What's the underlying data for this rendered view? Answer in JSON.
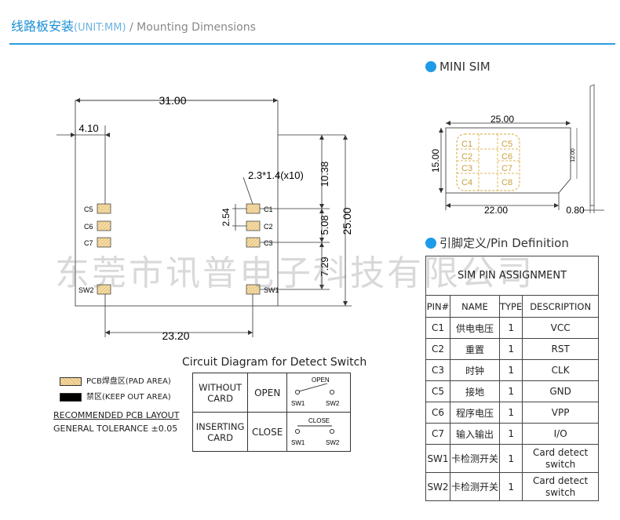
{
  "header": {
    "title_cn": "线路板安装",
    "unit": "(UNIT:MM)",
    "subtitle": " / Mounting Dimensions"
  },
  "watermark": "东莞市讯普电子科技有限公司",
  "pcb": {
    "dim_width": "31.00",
    "dim_offset": "4.10",
    "dim_pad_size": "2.3*1.4(x10)",
    "dim_top": "10.38",
    "dim_pitch": "2.54",
    "dim_mid": "5.08",
    "dim_lower": "7.29",
    "dim_height": "25.00",
    "dim_bottom": "23.20",
    "pads_left": [
      "C5",
      "C6",
      "C7",
      "SW2"
    ],
    "pads_right": [
      "C1",
      "C2",
      "C3",
      "SW1"
    ]
  },
  "legend": {
    "pad_area": "PCB焊盘区(PAD AREA)",
    "keep_out": "禁区(KEEP OUT AREA)",
    "recommended": "RECOMMENDED PCB LAYOUT",
    "tolerance": "GENERAL TOLERANCE ±0.05"
  },
  "circuit": {
    "title": "Circuit Diagram for Detect Switch",
    "rows": [
      {
        "state": "WITHOUT CARD",
        "result": "OPEN",
        "label": "OPEN",
        "sw1": "SW1",
        "sw2": "SW2"
      },
      {
        "state": "INSERTING CARD",
        "result": "CLOSE",
        "label": "CLOSE",
        "sw1": "SW1",
        "sw2": "SW2"
      }
    ]
  },
  "mini_sim": {
    "title": "MINI SIM",
    "width": "25.00",
    "height": "15.00",
    "body_dim": "22.00",
    "thickness": "0.80",
    "side_dim": "12.00",
    "contacts": [
      "C1",
      "C5",
      "C2",
      "C6",
      "C3",
      "C7",
      "C4",
      "C8"
    ]
  },
  "pin_def": {
    "title": "引脚定义/Pin Definition",
    "table_title": "SIM PIN ASSIGNMENT",
    "headers": [
      "PIN#",
      "NAME",
      "TYPE",
      "DESCRIPTION"
    ],
    "rows": [
      {
        "pin": "C1",
        "name": "供电电压",
        "type": "1",
        "desc": "VCC"
      },
      {
        "pin": "C2",
        "name": "重置",
        "type": "1",
        "desc": "RST"
      },
      {
        "pin": "C3",
        "name": "时钟",
        "type": "1",
        "desc": "CLK"
      },
      {
        "pin": "C5",
        "name": "接地",
        "type": "1",
        "desc": "GND"
      },
      {
        "pin": "C6",
        "name": "程序电压",
        "type": "1",
        "desc": "VPP"
      },
      {
        "pin": "C7",
        "name": "输入输出",
        "type": "1",
        "desc": "I/O"
      },
      {
        "pin": "SW1",
        "name": "卡检测开关",
        "type": "1",
        "desc": "Card detect switch"
      },
      {
        "pin": "SW2",
        "name": "卡检测开关",
        "type": "1",
        "desc": "Card detect switch"
      }
    ]
  }
}
